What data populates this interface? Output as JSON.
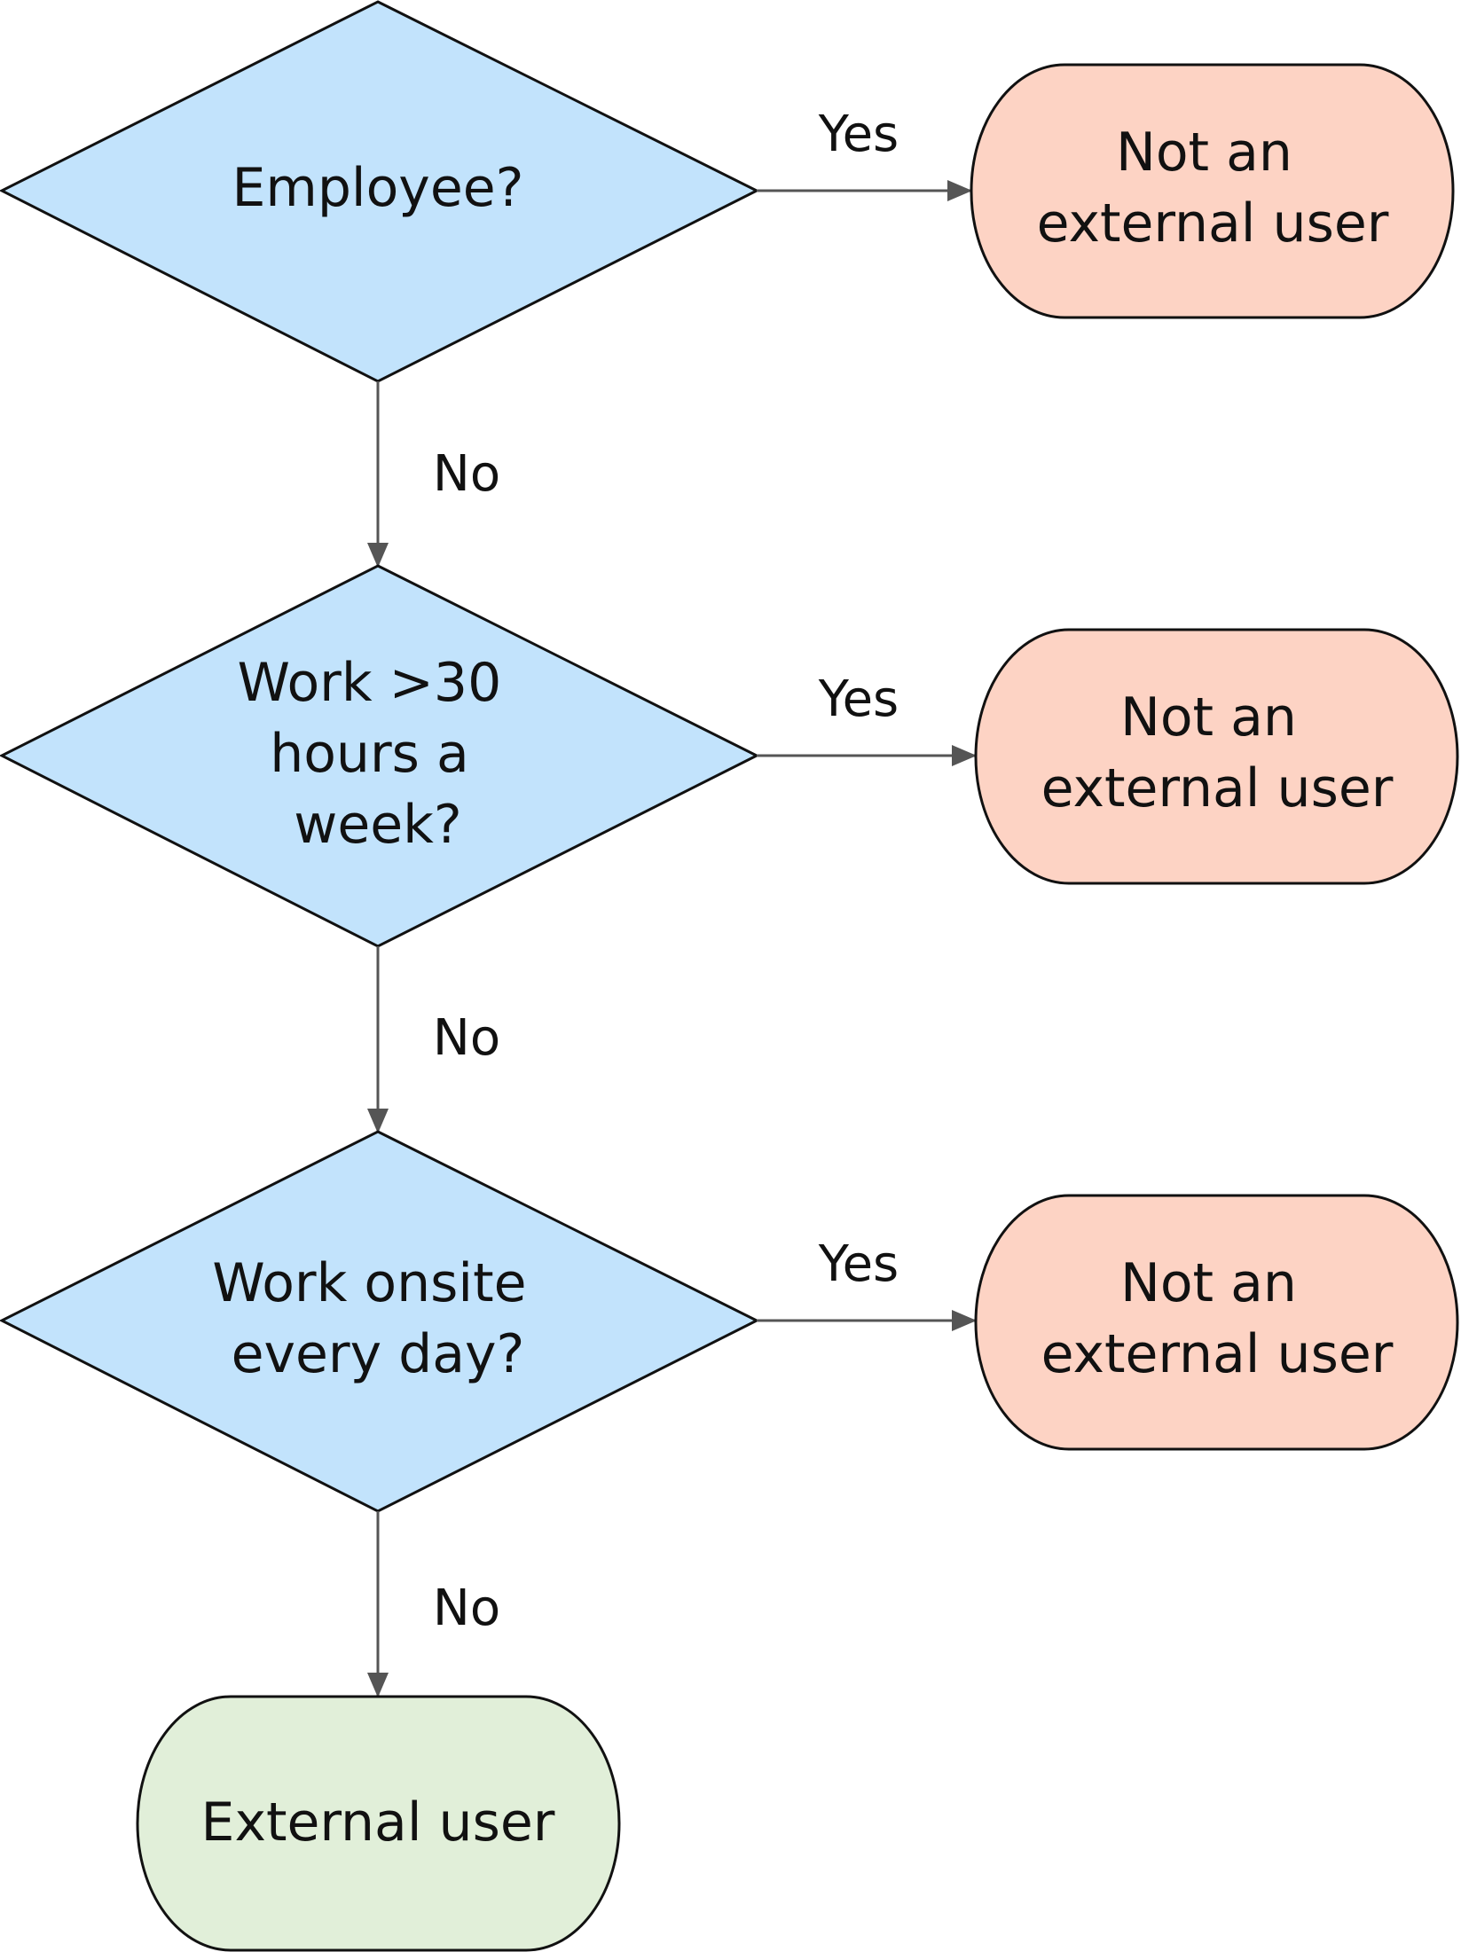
{
  "colors": {
    "decision_fill": "#c2e3fc",
    "not_external_fill": "#fdd3c4",
    "external_fill": "#e1efd9",
    "stroke": "#111111",
    "arrow": "#555555",
    "text": "#111111"
  },
  "decisions": [
    {
      "lines": [
        "Employee?"
      ]
    },
    {
      "lines": [
        "Work >30",
        "hours a",
        "week?"
      ]
    },
    {
      "lines": [
        "Work onsite",
        "every day?"
      ]
    }
  ],
  "outcomes": [
    {
      "lines": [
        "Not an",
        "external user"
      ]
    },
    {
      "lines": [
        "Not an",
        "external user"
      ]
    },
    {
      "lines": [
        "Not an",
        "external user"
      ]
    }
  ],
  "final_outcome": {
    "lines": [
      "External user"
    ]
  },
  "edge_labels": {
    "yes": "Yes",
    "no": "No"
  }
}
